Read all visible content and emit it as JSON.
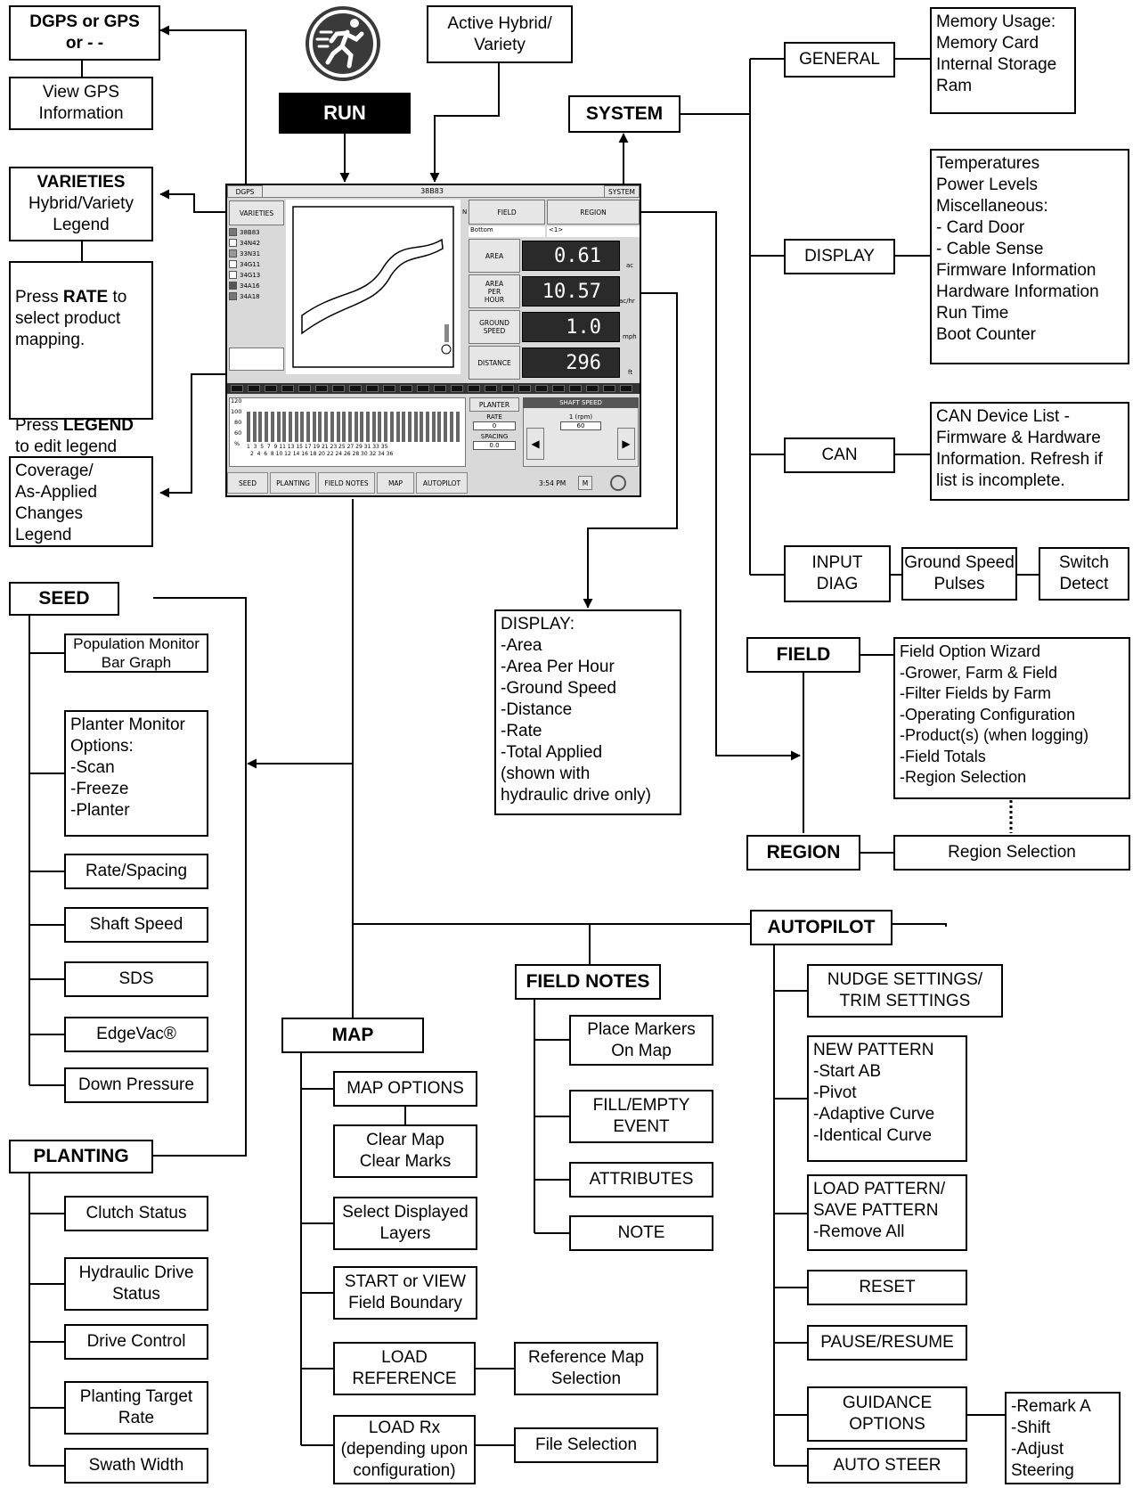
{
  "diagram": {
    "run_icon": "running-person-icon",
    "run_label": "RUN",
    "gps_box": "DGPS or GPS\nor - -",
    "view_gps": "View GPS\nInformation",
    "active_hybrid": "Active Hybrid/\nVariety",
    "system": "SYSTEM",
    "general": "GENERAL",
    "memory_usage": "Memory Usage:\nMemory Card\nInternal Storage\nRam",
    "display_node": "DISPLAY",
    "display_info": "Temperatures\nPower Levels\nMiscellaneous:\n - Card Door\n - Cable Sense\nFirmware Information\nHardware Information\nRun Time\nBoot Counter",
    "can": "CAN",
    "can_info": "CAN Device List -\nFirmware & Hardware\nInformation. Refresh if\nlist is incomplete.",
    "input_diag": "INPUT\nDIAG",
    "ground_speed_pulses": "Ground Speed\nPulses",
    "switch_detect": "Switch\nDetect",
    "varieties_title": "VARIETIES",
    "varieties_sub": "Hybrid/Variety\nLegend",
    "press_rate_1": "Press ",
    "press_rate_b": "RATE",
    "press_rate_2": " to select product mapping.",
    "press_legend_1": "Press ",
    "press_legend_b": "LEGEND",
    "press_legend_2": " to edit legend settings.",
    "coverage": "Coverage/\nAs-Applied\nChanges\nLegend",
    "display_list": "DISPLAY:\n-Area\n-Area Per Hour\n-Ground Speed\n-Distance\n-Rate\n-Total Applied\n(shown with\nhydraulic drive only)",
    "field": "FIELD",
    "field_info": "Field Option Wizard\n-Grower, Farm & Field\n-Filter Fields by Farm\n-Operating Configuration\n-Product(s) (when logging)\n-Field Totals\n-Region Selection",
    "region": "REGION",
    "region_selection": "Region Selection",
    "seed": "SEED",
    "seed_items": [
      "Population Monitor\nBar Graph",
      "Planter Monitor\nOptions:\n-Scan\n-Freeze\n-Planter",
      "Rate/Spacing",
      "Shaft Speed",
      "SDS",
      "EdgeVac®",
      "Down Pressure"
    ],
    "planting": "PLANTING",
    "planting_items": [
      "Clutch Status",
      "Hydraulic Drive\nStatus",
      "Drive Control",
      "Planting Target\nRate",
      "Swath Width"
    ],
    "map": "MAP",
    "map_items": [
      "MAP OPTIONS",
      "Clear Map\nClear Marks",
      "Select Displayed\nLayers",
      "START or VIEW\nField Boundary",
      "LOAD\nREFERENCE",
      "LOAD Rx\n(depending upon\nconfiguration)"
    ],
    "ref_map_selection": "Reference Map\nSelection",
    "file_selection": "File Selection",
    "field_notes": "FIELD NOTES",
    "field_notes_items": [
      "Place Markers\nOn Map",
      "FILL/EMPTY\nEVENT",
      "ATTRIBUTES",
      "NOTE"
    ],
    "autopilot": "AUTOPILOT",
    "autopilot_items": [
      "NUDGE SETTINGS/\nTRIM SETTINGS",
      "NEW PATTERN\n-Start AB\n-Pivot\n-Adaptive Curve\n-Identical Curve",
      "LOAD PATTERN/\nSAVE PATTERN\n-Remove All",
      "RESET",
      "PAUSE/RESUME",
      "GUIDANCE\nOPTIONS",
      "AUTO STEER"
    ],
    "guidance_sub": "-Remark A\n-Shift\n-Adjust\nSteering"
  },
  "screen": {
    "top_left": "DGPS",
    "top_center": "38B83",
    "top_right": "SYSTEM",
    "varieties_btn": "VARIETIES",
    "legend": [
      {
        "name": "38B83",
        "color": "#777777"
      },
      {
        "name": "34N42",
        "color": "#ffffff"
      },
      {
        "name": "33N31",
        "color": "#999999"
      },
      {
        "name": "34G11",
        "color": "#ffffff"
      },
      {
        "name": "34G13",
        "color": "#ffffff"
      },
      {
        "name": "34A16",
        "color": "#555555"
      },
      {
        "name": "34A18",
        "color": "#777777"
      }
    ],
    "north": "N",
    "field_btn": "FIELD",
    "region_btn": "REGION",
    "field_value": "Bottom",
    "region_value": "<1>",
    "area_label": "AREA",
    "area_value": "0.61",
    "area_unit": "ac",
    "aph_label": "AREA\nPER\nHOUR",
    "aph_value": "10.57",
    "aph_unit": "ac/hr",
    "gs_label": "GROUND\nSPEED",
    "gs_value": "1.0",
    "gs_unit": "mph",
    "dist_label": "DISTANCE",
    "dist_value": "296",
    "dist_unit": "ft",
    "y_ticks": [
      "120",
      "100",
      "80",
      "60"
    ],
    "y_unit": "%",
    "row_odd": "1  3  5  7  9 11 13 15 17 19 21 23 25 27 29 31 33 35",
    "row_even": "2  4  6  8 10 12 14 16 18 20 22 24 26 28 30 32 34 36",
    "planter_btn": "PLANTER",
    "rate_label": "RATE",
    "rate_value": "0",
    "spacing_label": "SPACING",
    "spacing_value": "0.0",
    "shaft_speed_title": "SHAFT SPEED",
    "shaft_rpm_label": "1 (rpm)",
    "shaft_rpm_value": "60",
    "tabs": [
      "SEED",
      "PLANTING",
      "FIELD NOTES",
      "MAP",
      "AUTOPILOT"
    ],
    "clock": "3:54 PM",
    "mode": "M"
  }
}
